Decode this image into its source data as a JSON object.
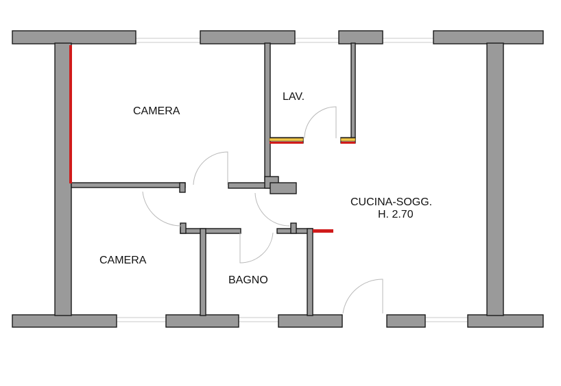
{
  "rooms": {
    "camera_top": "CAMERA",
    "camera_bottom": "CAMERA",
    "lavanderia": "LAV.",
    "cucina_name": "CUCINA-SOGG.",
    "cucina_height": "H. 2.70",
    "bagno": "BAGNO"
  },
  "colors": {
    "wall_fill": "#9a9a9a",
    "wall_outline": "#1a1a1a",
    "accent_red": "#d01b1b",
    "accent_yellow": "#f0c84a",
    "background": "#ffffff"
  }
}
